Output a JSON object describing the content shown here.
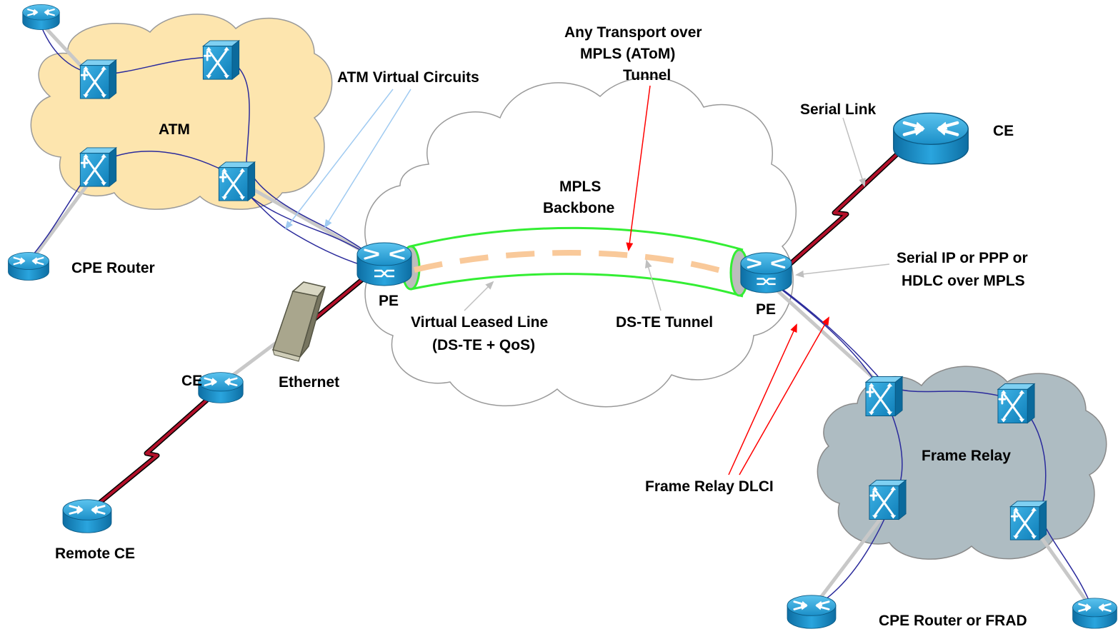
{
  "labels": {
    "atm_cloud": "ATM",
    "mpls_cloud_line1": "MPLS",
    "mpls_cloud_line2": "Backbone",
    "frame_relay_cloud": "Frame Relay",
    "atm_virtual_circuits": "ATM Virtual Circuits",
    "atom_line1": "Any Transport over",
    "atom_line2": "MPLS (AToM)",
    "atom_line3": "Tunnel",
    "serial_link": "Serial Link",
    "ce_top_right": "CE",
    "cpe_router": "CPE Router",
    "pe_left": "PE",
    "pe_right": "PE",
    "serial_ip_line1": "Serial IP or PPP or",
    "serial_ip_line2": "HDLC over MPLS",
    "vll_line1": "Virtual Leased Line",
    "vll_line2": "(DS-TE + QoS)",
    "ds_te_tunnel": "DS-TE Tunnel",
    "ce_left": "CE",
    "ethernet": "Ethernet",
    "frame_relay_dlci": "Frame Relay DLCI",
    "remote_ce": "Remote CE",
    "cpe_router_or_frad": "CPE Router or FRAD"
  },
  "colors": {
    "atm_cloud": "#fde5ae",
    "mpls_cloud": "#ffffff",
    "frame_relay_cloud": "#aebcc2",
    "tunnel": "#33ee33",
    "tunnel_dash": "#f9c99a",
    "router": "#1b9ad4",
    "switch": "#1b9ad4",
    "serial_link": "#b3102a",
    "circuit_line": "#2b2b9c",
    "callout_blue": "#9fcaf1",
    "callout_red": "#ff0000",
    "callout_gray": "#bfbfbf"
  }
}
